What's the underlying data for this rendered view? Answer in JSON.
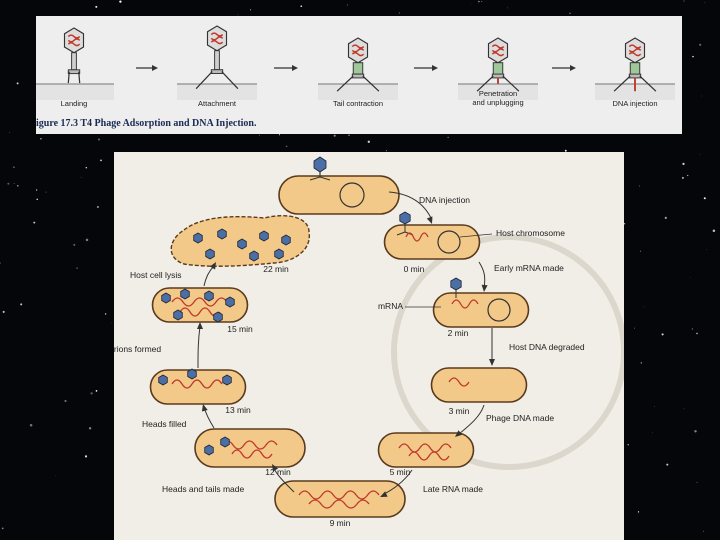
{
  "top_panel": {
    "stages": [
      "Landing",
      "Attachment",
      "Tail contraction",
      "Penetration\nand unplugging",
      "DNA injection"
    ],
    "stage_lines": [
      [
        "Landing"
      ],
      [
        "Attachment"
      ],
      [
        "Tail contraction"
      ],
      [
        "Penetration",
        "and unplugging"
      ],
      [
        "DNA injection"
      ]
    ],
    "caption": "igure 17.3   T4 Phage Adsorption and DNA Injection."
  },
  "cycle": {
    "event_labels": {
      "dna_injection": "DNA injection",
      "host_chromosome": "Host chromosome",
      "early_mrna": "Early mRNA made",
      "mrna": "mRNA",
      "host_dna_degraded": "Host DNA degraded",
      "phage_dna_made": "Phage DNA made",
      "late_rna": "Late RNA made",
      "heads_tails": "Heads and tails made",
      "heads_filled": "Heads filled",
      "virions_formed": "irions formed",
      "host_cell_lysis": "Host cell lysis"
    },
    "times": {
      "t0": "0 min",
      "t2": "2 min",
      "t3": "3 min",
      "t5": "5 min",
      "t9": "9 min",
      "t12": "12 min",
      "t13": "13 min",
      "t15": "15 min",
      "t22": "22 min"
    }
  },
  "colors": {
    "cell_fill": "#f3c98a",
    "cell_stroke": "#5a3a1c",
    "dna": "#c0392b",
    "phage": "#4a6fa5",
    "caption": "#1a2a55"
  }
}
